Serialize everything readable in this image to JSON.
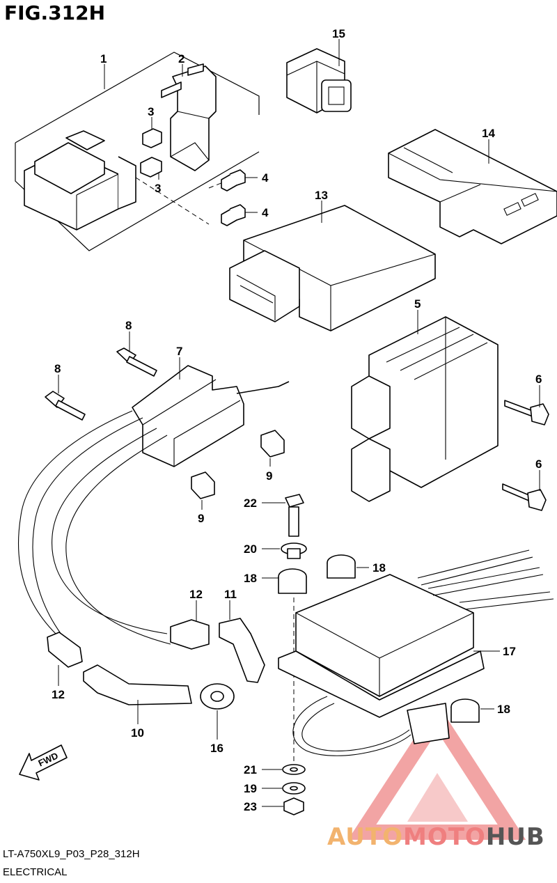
{
  "header": {
    "title": "FIG.312H"
  },
  "footer": {
    "code": "LT-A750XL9_P03_P28_312H",
    "section": "ELECTRICAL"
  },
  "fwd_label": "FWD",
  "callouts": [
    "1",
    "2",
    "3",
    "3",
    "4",
    "4",
    "15",
    "14",
    "13",
    "5",
    "6",
    "6",
    "7",
    "8",
    "8",
    "9",
    "9",
    "22",
    "20",
    "18",
    "18",
    "18",
    "17",
    "12",
    "11",
    "12",
    "10",
    "16",
    "21",
    "19",
    "23"
  ],
  "watermark": {
    "part1": "AUTO",
    "part2": "MOTO",
    "part3": "HUB"
  },
  "colors": {
    "line": "#000000",
    "watermark_red": "#e85a5a",
    "watermark_orange": "#f2b36e",
    "watermark_gray": "#555555"
  }
}
